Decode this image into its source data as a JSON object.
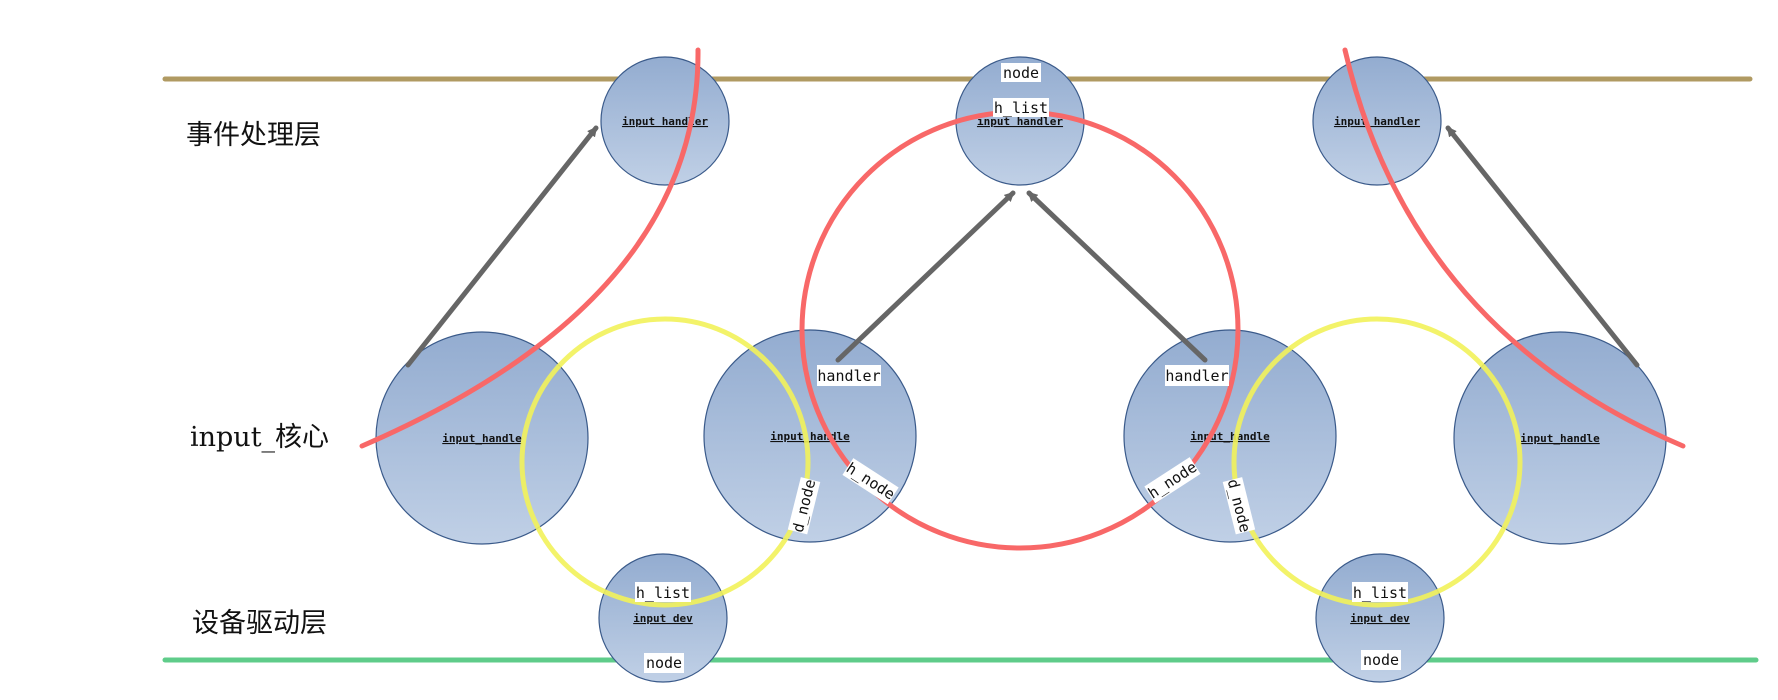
{
  "layers": {
    "event": "事件处理层",
    "core": "input_核心",
    "device": "设备驱动层"
  },
  "nodes": {
    "handler_left_title": "input handler",
    "handler_mid_title": "input handler",
    "handler_right_title": "input handler",
    "handle_1_title": "input_handle",
    "handle_2_title": "input_handle",
    "handle_3_title": "input_handle",
    "handle_4_title": "input_handle",
    "dev_left_title": "input dev",
    "dev_right_title": "input dev"
  },
  "tags": {
    "handler_mid_node": "node",
    "handler_mid_h_list": "h_list",
    "handle_2_handler": "handler",
    "handle_2_h_node": "h_node",
    "handle_2_d_node": "d_node",
    "handle_3_handler": "handler",
    "handle_3_h_node": "h_node",
    "handle_3_d_node": "d_node",
    "dev_left_h_list": "h_list",
    "dev_left_node": "node",
    "dev_right_h_list": "h_list",
    "dev_right_node": "node"
  },
  "colors": {
    "event_bar": "#b09a62",
    "device_bar": "#5fcc8a",
    "h_list_curve": "#f86868",
    "d_list_curve": "#f2f25a",
    "arrow": "#666666",
    "node_fill_top": "#93acd0",
    "node_fill_bottom": "#c0d0e6",
    "node_stroke": "#3a5a8a"
  }
}
